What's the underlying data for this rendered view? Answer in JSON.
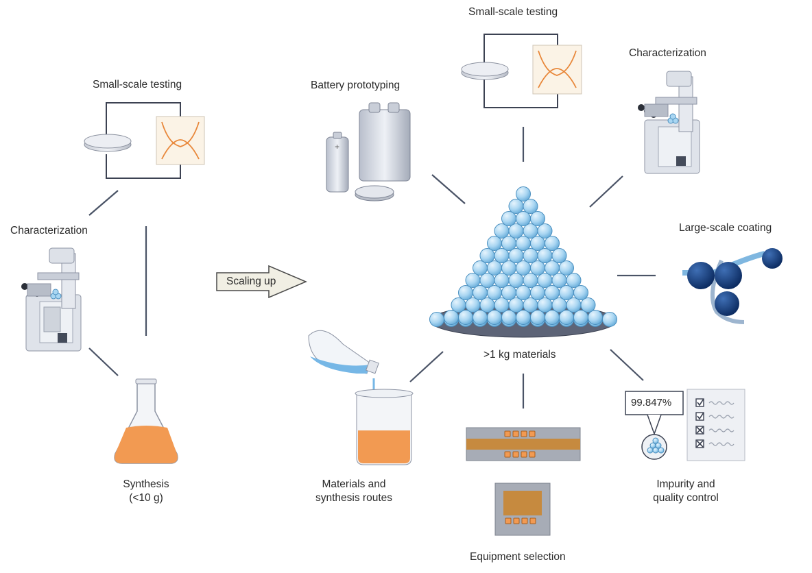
{
  "labels": {
    "small_scale_testing_left": "Small-scale testing",
    "characterization_left": "Characterization",
    "synthesis_line1": "Synthesis",
    "synthesis_line2": "(<10 g)",
    "scaling_up": "Scaling up",
    "battery_prototyping": "Battery prototyping",
    "small_scale_testing_top": "Small-scale testing",
    "characterization_right": "Characterization",
    "large_scale_coating": "Large-scale coating",
    "materials_center": ">1 kg materials",
    "materials_routes_line1": "Materials and",
    "materials_routes_line2": "synthesis routes",
    "equipment_selection": "Equipment selection",
    "impurity_line1": "Impurity and",
    "impurity_line2": "quality control",
    "purity_value": "99.847%"
  },
  "colors": {
    "sphere": "#a9d6f2",
    "sphere_stroke": "#4a8fbf",
    "plate": "#5d6477",
    "orange_liquid": "#f29a52",
    "roller": "#123a78",
    "line": "#4a5366"
  },
  "icons": [
    "coin-cell-icon",
    "charge-curve-icon",
    "microscope-icon",
    "flask-icon",
    "battery-icon",
    "beaker-icon",
    "roller-coater-icon",
    "checklist-icon",
    "press-equipment-icon"
  ]
}
